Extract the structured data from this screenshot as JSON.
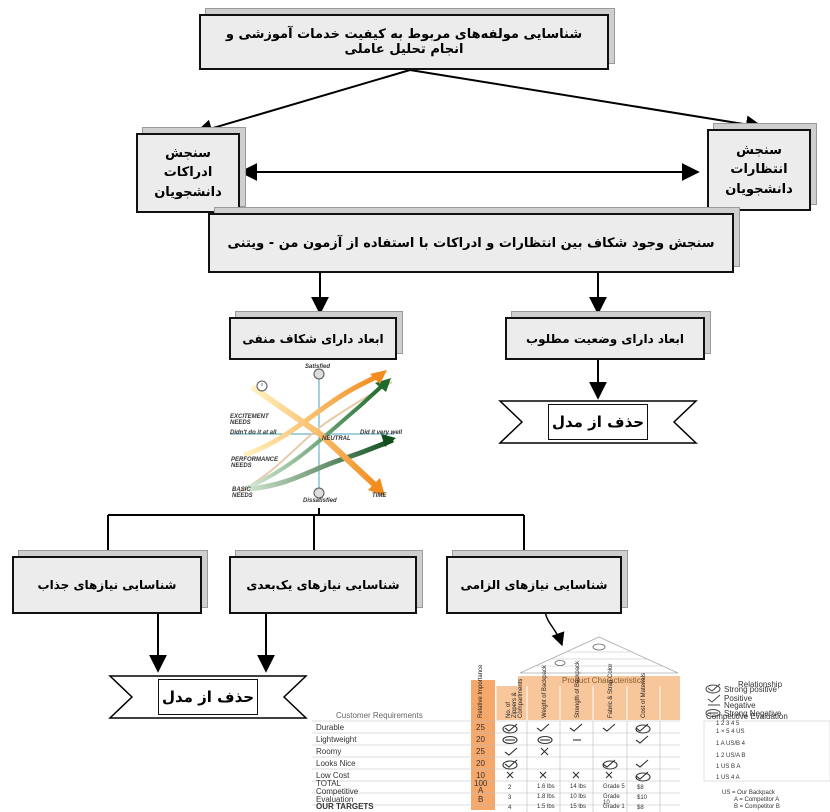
{
  "top_box": "شناسایی مولفه‌های مربوط به کیفیت خدمات آموزشی و انجام تحلیل عاملی",
  "left_box": [
    "سنجش",
    "ادراکات",
    "دانشجویان"
  ],
  "right_box": [
    "سنجش",
    "انتظارات",
    "دانشجویان"
  ],
  "gap_box": "سنجش وجود شکاف بین انتظارات و ادراکات با استفاده از آزمون من - ویتنی",
  "neg_gap_box": "ابعاد دارای شکاف منفی",
  "desired_box": "ابعاد دارای وضعیت مطلوب",
  "remove_label_1": "حذف از مدل",
  "remove_label_2": "حذف از مدل",
  "attractive_box": "شناسایی نیازهای جذاب",
  "one_dim_box": "شناسایی نیازهای یک‌بعدی",
  "must_be_box": "شناسایی نیازهای الزامی",
  "kano": {
    "satisfied": "Satisfied",
    "dissatisfied": "Dissatisfied",
    "excitement": "EXCITEMENT NEEDS",
    "performance": "PERFORMANCE NEEDS",
    "basic": "BASIC NEEDS",
    "didnt": "Didn't do it at all",
    "did_well": "Did it very well",
    "neutral": "NEUTRAL",
    "time": "TIME"
  },
  "hoq": {
    "product_characteristics": "Product Characteristics",
    "customer_requirements": "Customer Requirements",
    "relative_importance": "Relative Importance",
    "columns": [
      "No. of Zippers & Compartments",
      "Weight of Backpack",
      "Strength of Backpack",
      "Fabric & Strap Color",
      "Cost of Materials"
    ],
    "rows": [
      {
        "name": "Durable",
        "imp": "25"
      },
      {
        "name": "Lightweight",
        "imp": "20"
      },
      {
        "name": "Roomy",
        "imp": "25"
      },
      {
        "name": "Looks Nice",
        "imp": "20"
      },
      {
        "name": "Low Cost",
        "imp": "10"
      },
      {
        "name": "TOTAL",
        "imp": "100"
      },
      {
        "name": "Competitive Evaluation",
        "imp": ""
      },
      {
        "name": "OUR TARGETS",
        "imp": ""
      }
    ],
    "comp_letters": [
      "A",
      "B"
    ],
    "comp_cells": [
      "2",
      "1.6 lbs",
      "14 lbs",
      "Grade 5",
      "$8",
      "3",
      "1.8 lbs",
      "10 lbs",
      "Grade 10",
      "$10",
      "4",
      "1.5 lbs",
      "15 lbs",
      "Grade 1",
      "$8"
    ],
    "relationship_title": "Relationship",
    "legend": [
      "Strong positive",
      "Positive",
      "Negative",
      "Strong Negative"
    ],
    "competitive_title": "Competitive Evaluation",
    "ce_scale": "1  2  3  4  5",
    "ce_rows": [
      "1  ×  5  4  US",
      "1  A  US/B  4",
      "1  2  US/A  B",
      "1  US  B  A",
      "1  US  4  A"
    ],
    "footnote": [
      "US = Our Backpack",
      "A = Competitor A",
      "B = Competitor B"
    ]
  }
}
